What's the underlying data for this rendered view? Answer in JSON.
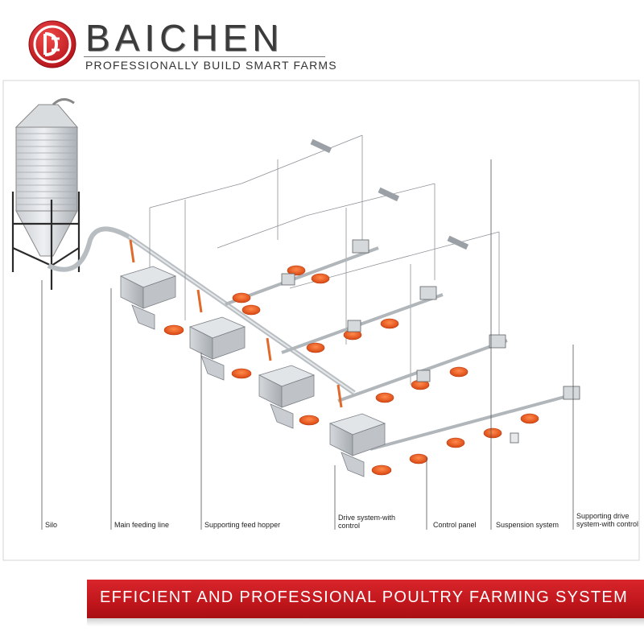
{
  "brand": {
    "name": "BAICHEN",
    "tagline": "PROFESSIONALLY BUILD SMART FARMS",
    "color": "#d8262c"
  },
  "diagram": {
    "labels": {
      "silo": "Silo",
      "main_feeding_line": "Main feeding line",
      "supporting_feed_hopper": "Supporting feed hopper",
      "drive_system_line1": "Drive system-with",
      "drive_system_line2": "control",
      "control_panel": "Control panel",
      "suspension_system": "Suspension system",
      "supporting_drive_line1": "Supporting drive",
      "supporting_drive_line2": "system-with control"
    },
    "colors": {
      "pan": "#e8562a",
      "frame": "#cccccc",
      "line": "#9aa0a6"
    }
  },
  "banner": {
    "text": "EFFICIENT AND PROFESSIONAL POULTRY FARMING SYSTEM",
    "color": "#c0161c"
  }
}
